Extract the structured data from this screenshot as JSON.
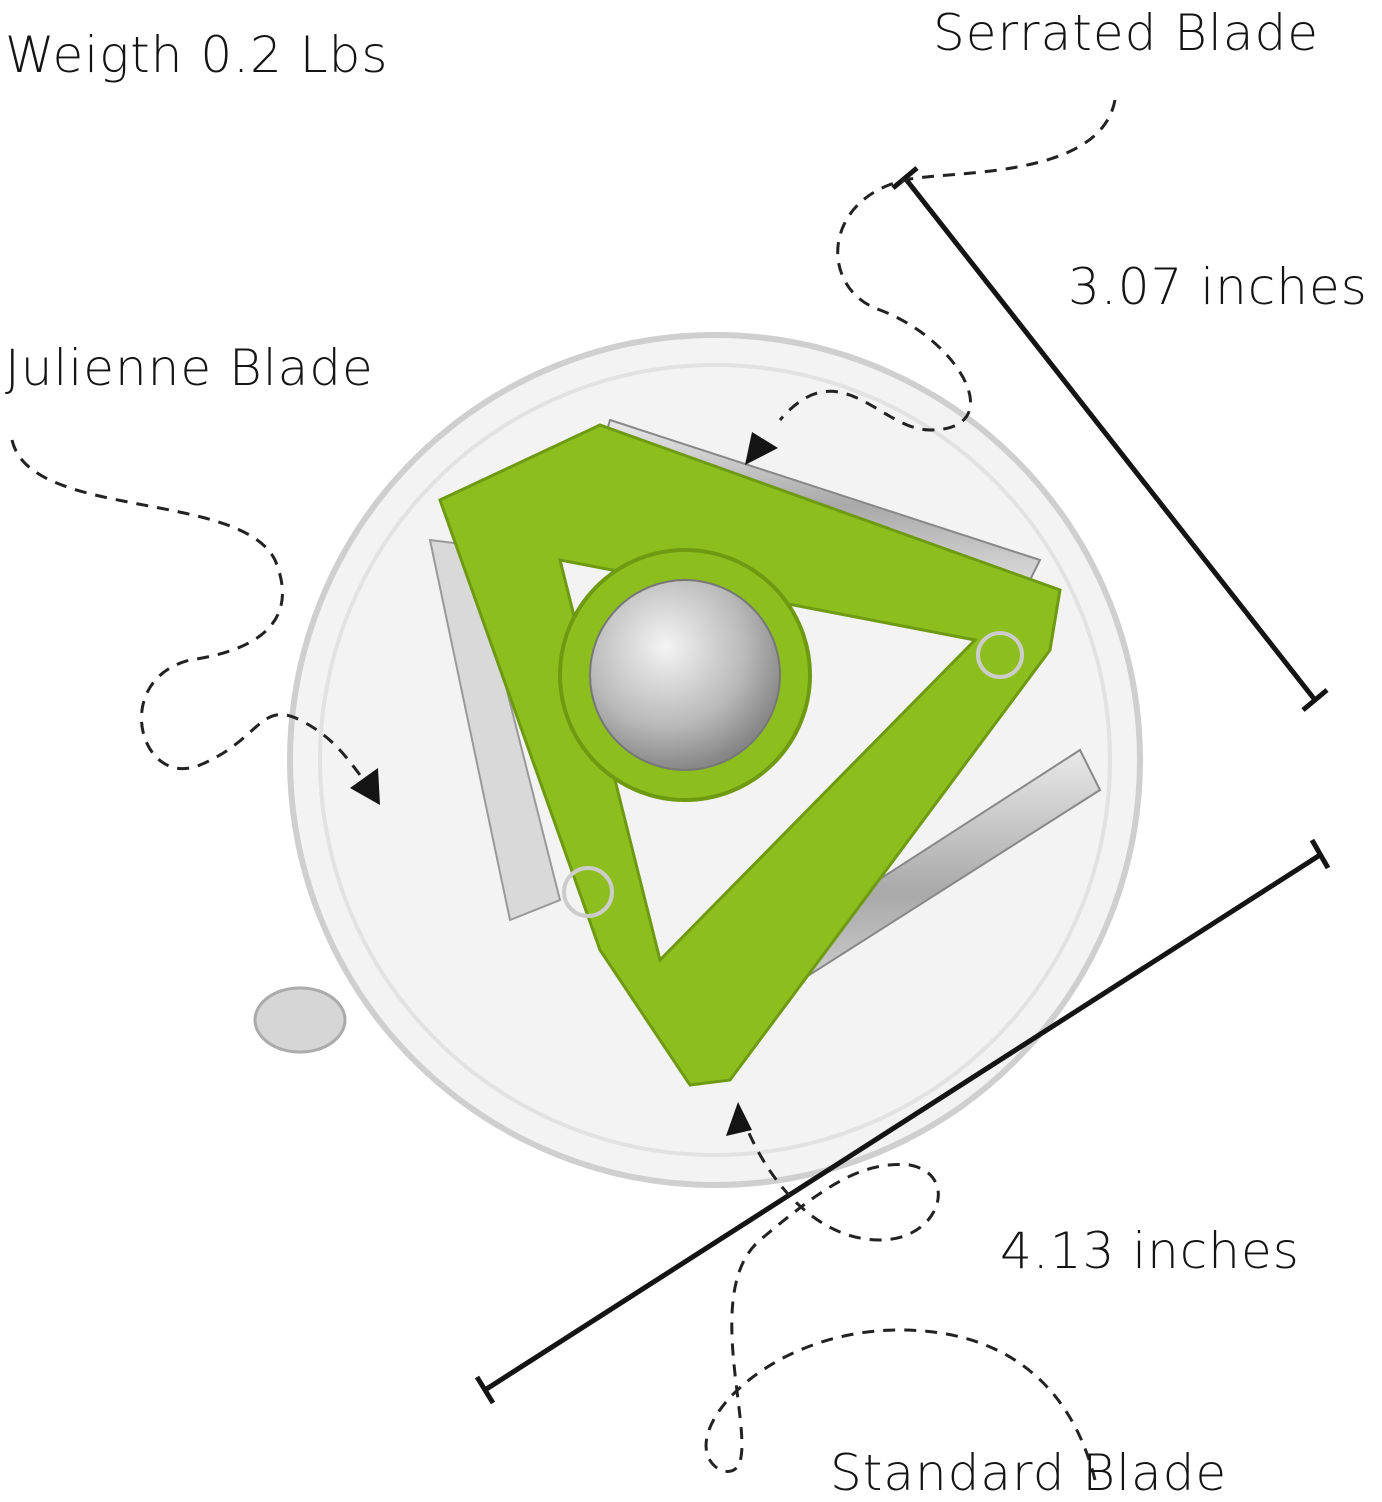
{
  "labels": {
    "weight": "Weigth 0.2 Lbs",
    "serrated": "Serrated Blade",
    "width_dim": "3.07 inches",
    "julienne": "Julienne Blade",
    "length_dim": "4.13 inches",
    "standard": "Standard Blade"
  },
  "colors": {
    "green": "#8cbf1e",
    "green_dark": "#6e9a12",
    "steel": "#c8c8c8",
    "ink": "#141414"
  }
}
